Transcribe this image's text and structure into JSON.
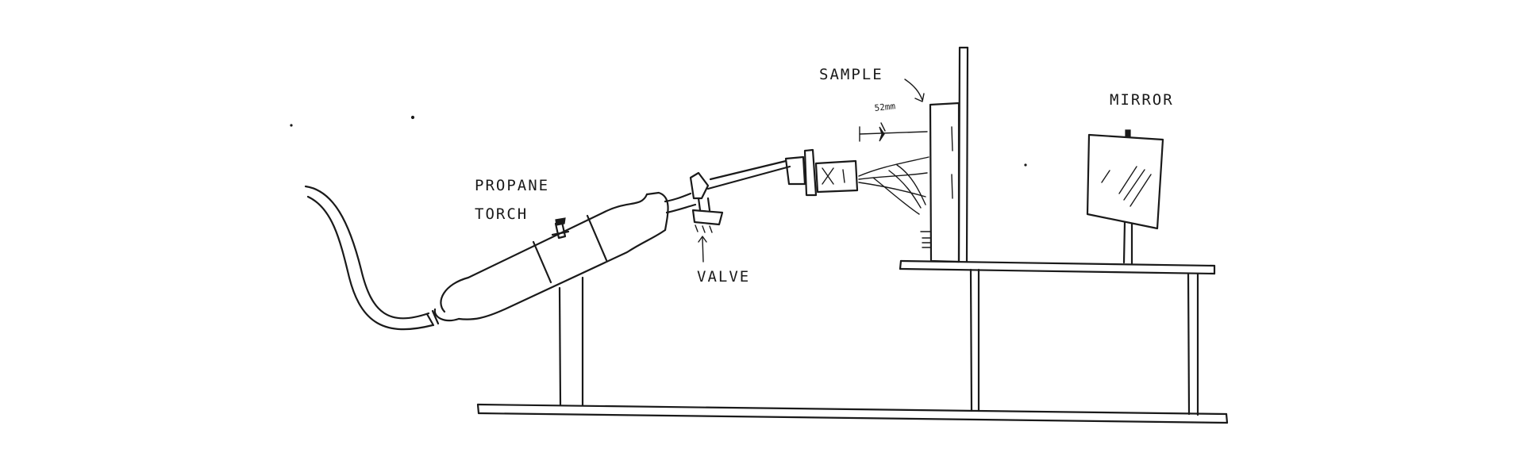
{
  "labels": {
    "sample": "SAMPLE",
    "distance": "52mm",
    "mirror": "MIRROR",
    "propane_line1": "PROPANE",
    "propane_line2": "TORCH",
    "valve": "VALVE"
  },
  "colors": {
    "ink": "#1a1a1a",
    "background": "#ffffff"
  }
}
